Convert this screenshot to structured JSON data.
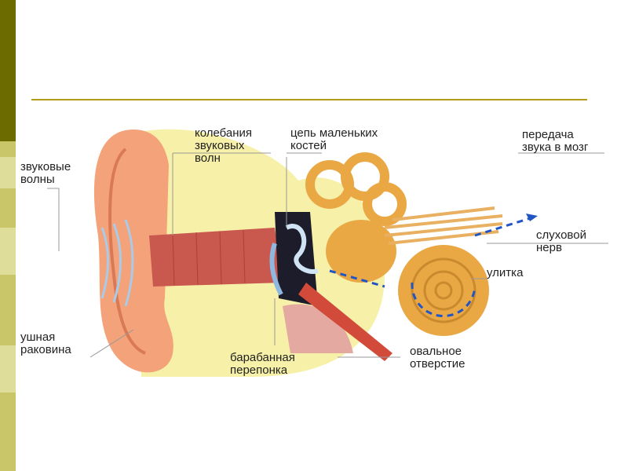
{
  "labels": {
    "sound_waves": [
      "звуковые",
      "волны"
    ],
    "sound_vibrations": [
      "колебания",
      "звуковых",
      "волн"
    ],
    "ossicle_chain": [
      "цепь маленьких",
      "костей"
    ],
    "transmission": [
      "передача",
      "звука в мозг"
    ],
    "auditory_nerve": [
      "слуховой",
      "нерв"
    ],
    "cochlea": [
      "улитка"
    ],
    "auricle": [
      "ушная",
      "раковина"
    ],
    "eardrum": [
      "барабанная",
      "перепонка"
    ],
    "oval_window": [
      "овальное",
      "отверстие"
    ]
  },
  "colors": {
    "bar_dark": "#6b6b00",
    "bar_light": "#c9c66a",
    "rule": "#b59a18",
    "skin": "#f4a27a",
    "canal": "#c9584e",
    "inner_ear": "#e9a84a",
    "arrow": "#2255c4",
    "bone_bg": "#f6f0a8"
  }
}
